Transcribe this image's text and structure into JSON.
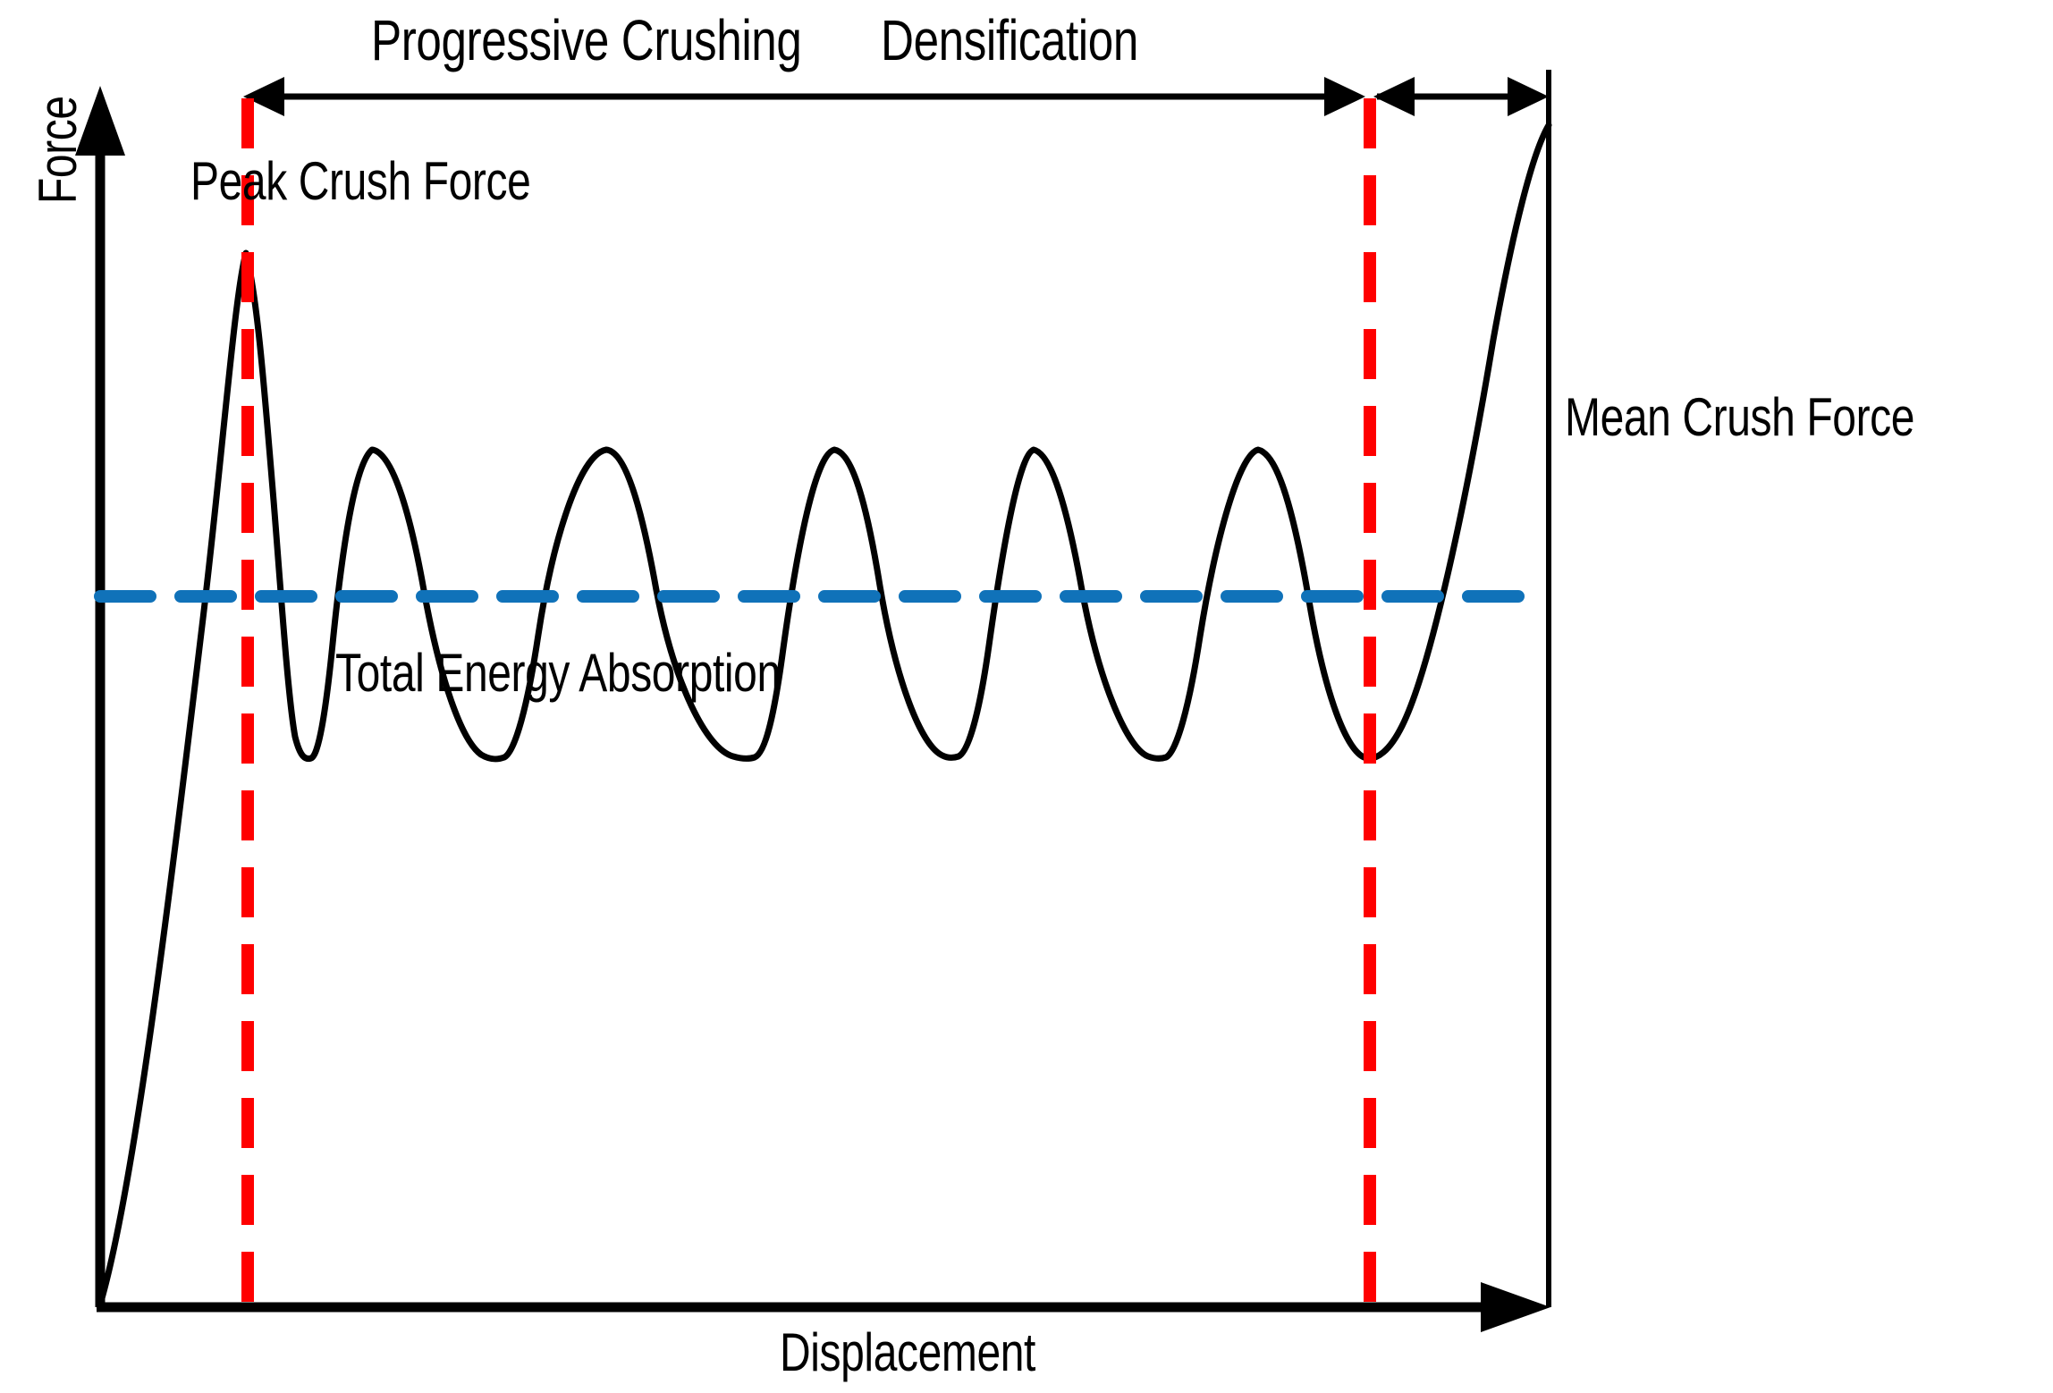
{
  "figure": {
    "type": "schematic-diagram",
    "description": "Typical force-displacement response of a thin-walled energy absorber under axial crushing",
    "axes": {
      "x_label": "Displacement",
      "y_label": "Force",
      "x_arrow": true,
      "y_arrow": true,
      "ticks": false,
      "grid": false
    },
    "region_labels": [
      {
        "id": "progressive-crushing",
        "text": "Progressive Crushing"
      },
      {
        "id": "densification",
        "text": "Densification"
      }
    ],
    "annotations": [
      {
        "id": "peak-crush-force",
        "text": "Peak Crush Force"
      },
      {
        "id": "mean-crush-force",
        "text": "Mean Crush Force"
      },
      {
        "id": "total-energy-absorption",
        "text": "Total Energy Absorption"
      }
    ],
    "colors": {
      "curve": "#000000",
      "mean_line": "#1072B9",
      "divider_line": "#FF0000",
      "axis": "#000000",
      "background": "#FFFFFF"
    }
  },
  "chart_data": {
    "type": "line",
    "title": "",
    "xlabel": "Displacement",
    "ylabel": "Force",
    "xlim": [
      0,
      100
    ],
    "ylim": [
      0,
      100
    ],
    "grid": false,
    "legend": "none",
    "series": [
      {
        "name": "Force-displacement curve",
        "x": [
          0,
          4,
          7,
          9,
          10.3,
          11.5,
          13,
          15,
          17,
          19,
          21,
          23,
          26,
          29,
          33,
          36,
          39,
          42,
          45,
          48,
          51,
          54,
          56,
          59,
          62,
          65,
          68,
          71,
          74,
          77,
          80,
          83,
          86,
          88,
          91,
          94,
          97,
          100
        ],
        "y": [
          0,
          18,
          38,
          64,
          82,
          87,
          78,
          55,
          40,
          34,
          42,
          58,
          74,
          76,
          60,
          44,
          35,
          40,
          56,
          72,
          77,
          62,
          45,
          35,
          40,
          57,
          74,
          76,
          58,
          42,
          35,
          42,
          60,
          76,
          70,
          48,
          34,
          36
        ]
      }
    ],
    "reference_lines": [
      {
        "name": "mean-crush-force",
        "orientation": "horizontal",
        "value": 55,
        "style": "dashed",
        "color": "#1072B9",
        "label": "Mean Crush Force"
      },
      {
        "name": "progressive-crushing-start",
        "orientation": "vertical",
        "value": 11.5,
        "style": "dashed",
        "color": "#FF0000"
      },
      {
        "name": "densification-start",
        "orientation": "vertical",
        "value": 88,
        "style": "dashed",
        "color": "#FF0000"
      }
    ],
    "markers": [
      {
        "name": "peak-crush-force",
        "x": 10.8,
        "y": 87,
        "label": "Peak Crush Force"
      }
    ],
    "shaded_regions": [
      {
        "name": "total-energy-absorption",
        "from": 11.5,
        "to": 100,
        "label": "Total Energy Absorption"
      }
    ],
    "span_annotations": [
      {
        "name": "progressive-crushing",
        "from": 11.5,
        "to": 88,
        "label": "Progressive Crushing"
      },
      {
        "name": "densification",
        "from": 88,
        "to": 100,
        "label": "Densification"
      }
    ]
  }
}
